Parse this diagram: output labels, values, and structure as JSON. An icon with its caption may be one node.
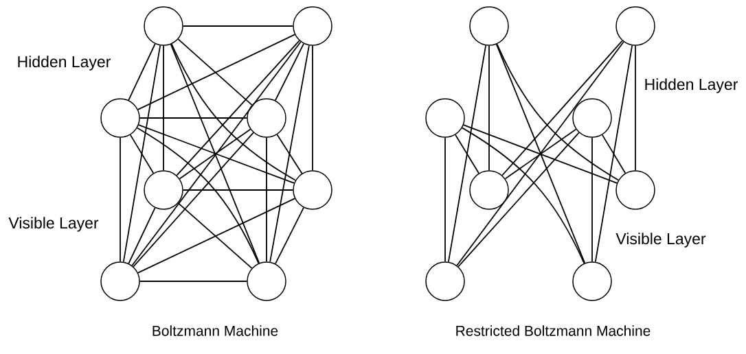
{
  "diagram": {
    "nodes": [
      {
        "text": [],
        "shape": "circle"
      },
      {
        "text": [],
        "shape": "circle"
      },
      {
        "text": [],
        "shape": "circle"
      },
      {
        "text": [],
        "shape": "circle"
      },
      {
        "text": [],
        "shape": "circle"
      },
      {
        "text": [],
        "shape": "circle"
      },
      {
        "text": [],
        "shape": "circle"
      },
      {
        "text": [],
        "shape": "circle"
      },
      {
        "text": [],
        "shape": "circle"
      },
      {
        "text": [],
        "shape": "circle"
      },
      {
        "text": [],
        "shape": "circle"
      },
      {
        "text": [],
        "shape": "circle"
      },
      {
        "text": [],
        "shape": "circle"
      },
      {
        "text": [],
        "shape": "circle"
      },
      {
        "text": [],
        "shape": "circle"
      },
      {
        "text": [],
        "shape": "circle"
      }
    ],
    "edges": [
      {
        "from": 0,
        "to": 1,
        "arrow": "none"
      },
      {
        "from": 0,
        "to": 2,
        "arrow": "none"
      },
      {
        "from": 0,
        "to": 3,
        "arrow": "none"
      },
      {
        "from": 0,
        "to": 4,
        "arrow": "none"
      },
      {
        "from": 0,
        "to": 5,
        "arrow": "none"
      },
      {
        "from": 0,
        "to": 6,
        "arrow": "none"
      },
      {
        "from": 0,
        "to": 7,
        "arrow": "none"
      },
      {
        "from": 1,
        "to": 2,
        "arrow": "none"
      },
      {
        "from": 1,
        "to": 3,
        "arrow": "none"
      },
      {
        "from": 1,
        "to": 4,
        "arrow": "none"
      },
      {
        "from": 1,
        "to": 5,
        "arrow": "none"
      },
      {
        "from": 1,
        "to": 6,
        "arrow": "none"
      },
      {
        "from": 1,
        "to": 7,
        "arrow": "none"
      },
      {
        "from": 2,
        "to": 3,
        "arrow": "none"
      },
      {
        "from": 2,
        "to": 4,
        "arrow": "none"
      },
      {
        "from": 2,
        "to": 5,
        "arrow": "none"
      },
      {
        "from": 2,
        "to": 6,
        "arrow": "none"
      },
      {
        "from": 2,
        "to": 7,
        "arrow": "none"
      },
      {
        "from": 3,
        "to": 4,
        "arrow": "none"
      },
      {
        "from": 3,
        "to": 5,
        "arrow": "none"
      },
      {
        "from": 3,
        "to": 6,
        "arrow": "none"
      },
      {
        "from": 3,
        "to": 7,
        "arrow": "none"
      },
      {
        "from": 4,
        "to": 5,
        "arrow": "none"
      },
      {
        "from": 4,
        "to": 6,
        "arrow": "none"
      },
      {
        "from": 4,
        "to": 7,
        "arrow": "none"
      },
      {
        "from": 5,
        "to": 6,
        "arrow": "none"
      },
      {
        "from": 5,
        "to": 7,
        "arrow": "none"
      },
      {
        "from": 6,
        "to": 7,
        "arrow": "none"
      },
      {
        "from": 8,
        "to": 12,
        "arrow": "none"
      },
      {
        "from": 8,
        "to": 13,
        "arrow": "none"
      },
      {
        "from": 8,
        "to": 14,
        "arrow": "none"
      },
      {
        "from": 8,
        "to": 15,
        "arrow": "none"
      },
      {
        "from": 9,
        "to": 12,
        "arrow": "none"
      },
      {
        "from": 9,
        "to": 13,
        "arrow": "none"
      },
      {
        "from": 9,
        "to": 14,
        "arrow": "none"
      },
      {
        "from": 9,
        "to": 15,
        "arrow": "none"
      },
      {
        "from": 10,
        "to": 12,
        "arrow": "none"
      },
      {
        "from": 10,
        "to": 13,
        "arrow": "none"
      },
      {
        "from": 10,
        "to": 14,
        "arrow": "none"
      },
      {
        "from": 10,
        "to": 15,
        "arrow": "none"
      },
      {
        "from": 11,
        "to": 12,
        "arrow": "none"
      },
      {
        "from": 11,
        "to": 13,
        "arrow": "none"
      },
      {
        "from": 11,
        "to": 14,
        "arrow": "none"
      },
      {
        "from": 11,
        "to": 15,
        "arrow": "none"
      }
    ],
    "labels": [
      "Hidden Layer",
      "Hidden Layer",
      "Visible Layer",
      "Visible Layer",
      "Boltzmann Machine",
      "Restricted Boltzmann Machine"
    ]
  }
}
